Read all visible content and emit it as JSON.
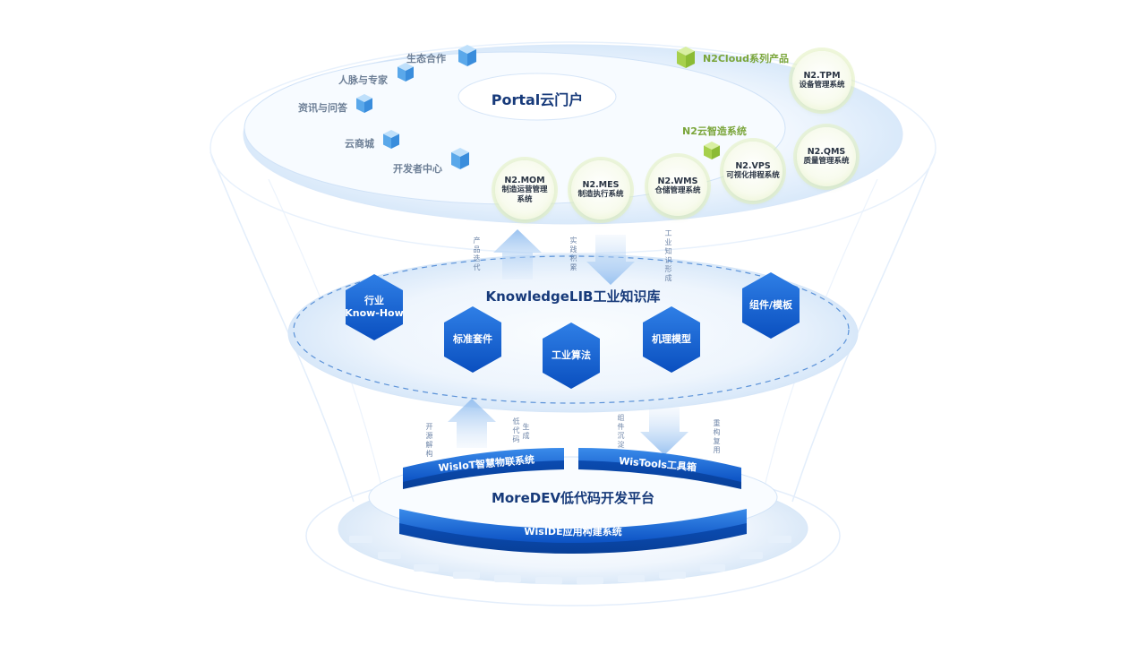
{
  "portal": {
    "title": "Portal云门户",
    "left_items": [
      {
        "label": "生态合作"
      },
      {
        "label": "人脉与专家"
      },
      {
        "label": "资讯与问答"
      },
      {
        "label": "云商城"
      },
      {
        "label": "开发者中心"
      }
    ],
    "n2cloud_label": "N2Cloud系列产品",
    "n2cloud_mfg_label": "N2云智造系统",
    "products": [
      {
        "code": "N2.MOM",
        "lines": [
          "制造运营管理",
          "系统"
        ]
      },
      {
        "code": "N2.MES",
        "lines": [
          "制造执行系统"
        ]
      },
      {
        "code": "N2.WMS",
        "lines": [
          "仓储管理系统"
        ]
      },
      {
        "code": "N2.VPS",
        "lines": [
          "可视化排程系统"
        ]
      },
      {
        "code": "N2.TPM",
        "lines": [
          "设备管理系统"
        ]
      },
      {
        "code": "N2.QMS",
        "lines": [
          "质量管理系统"
        ]
      }
    ]
  },
  "knowledge": {
    "title": "KnowledgeLIB工业知识库",
    "hexagons": [
      {
        "lines": [
          "行业",
          "Know-How"
        ]
      },
      {
        "lines": [
          "标准套件"
        ]
      },
      {
        "lines": [
          "工业算法"
        ]
      },
      {
        "lines": [
          "机理模型"
        ]
      },
      {
        "lines": [
          "组件/模板"
        ]
      }
    ]
  },
  "flows_upper": [
    {
      "text": "产品迭代"
    },
    {
      "text": "实践积累"
    },
    {
      "text": "工业知识形成"
    }
  ],
  "flows_lower": [
    {
      "text": "开源解构"
    },
    {
      "text": "低代码"
    },
    {
      "text": "生成"
    },
    {
      "text": "组件沉淀"
    },
    {
      "text": "重构复用"
    }
  ],
  "moredev": {
    "title": "MoreDEV低代码开发平台",
    "wisiot": "WisIoT智慧物联系统",
    "wistools": "WisTools工具箱",
    "wiside": "WisIDE应用构建系统"
  },
  "colors": {
    "accent_blue": "#1463d8",
    "dark_title": "#173a7a",
    "green": "#7aa53a",
    "light_blue": "#cfe4fa"
  }
}
